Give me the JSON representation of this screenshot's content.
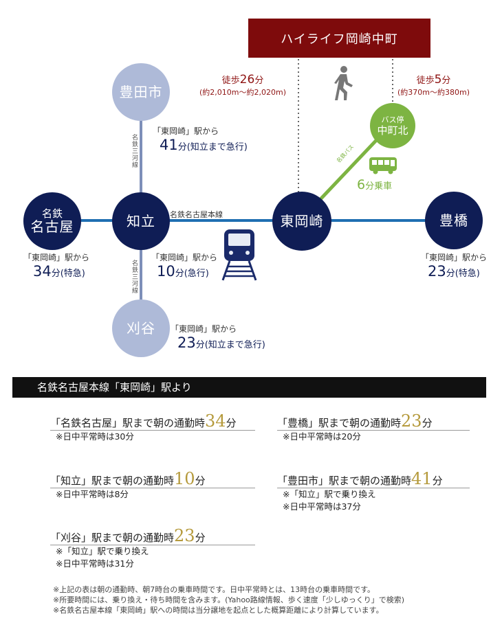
{
  "title": "ハイライフ岡崎中町",
  "walk_left": {
    "pre": "徒歩",
    "num": "26",
    "unit": "分",
    "dist": "(約2,010m～約2,020m)"
  },
  "walk_right": {
    "pre": "徒歩",
    "num": "5",
    "unit": "分",
    "dist": "(約370m～約380m)"
  },
  "bus_stop": {
    "line1": "バス停",
    "line2": "中町北"
  },
  "bus": {
    "line_label": "名鉄バス",
    "num": "6",
    "unit": "分乗車"
  },
  "stations": {
    "toyota": "豊田市",
    "meitetsu_nagoya": {
      "line1": "名鉄",
      "line2": "名古屋"
    },
    "chiryu": "知立",
    "higashi_okazaki": "東岡崎",
    "toyohashi": "豊橋",
    "kariya": "刈谷"
  },
  "lines": {
    "mikawa_upper": "名鉄三河線",
    "mikawa_lower": "名鉄三河線",
    "main": "名鉄名古屋本線"
  },
  "times": {
    "toyota": {
      "from": "「東岡崎」駅から",
      "num": "41",
      "unit": "分(知立まで急行)"
    },
    "nagoya": {
      "from": "「東岡崎」駅から",
      "num": "34",
      "unit": "分(特急)"
    },
    "chiryu": {
      "from": "「東岡崎」駅から",
      "num": "10",
      "unit": "分(急行)"
    },
    "kariya": {
      "from": "「東岡崎」駅から",
      "num": "23",
      "unit": "分(知立まで急行)"
    },
    "toyohashi": {
      "from": "「東岡崎」駅から",
      "num": "23",
      "unit": "分(特急)"
    }
  },
  "banner": "名鉄名古屋本線「東岡崎」駅より",
  "commute": [
    {
      "pre": "「名鉄名古屋」駅まで朝の通勤時",
      "num": "34",
      "unit": "分",
      "sub": [
        "※日中平常時は30分"
      ]
    },
    {
      "pre": "「豊橋」駅まで朝の通勤時",
      "num": "23",
      "unit": "分",
      "sub": [
        "※日中平常時は20分"
      ]
    },
    {
      "pre": "「知立」駅まで朝の通勤時",
      "num": "10",
      "unit": "分",
      "sub": [
        "※日中平常時は8分"
      ]
    },
    {
      "pre": "「豊田市」駅まで朝の通勤時",
      "num": "41",
      "unit": "分",
      "sub": [
        "※「知立」駅で乗り換え",
        "※日中平常時は37分"
      ]
    },
    {
      "pre": "「刈谷」駅まで朝の通勤時",
      "num": "23",
      "unit": "分",
      "sub": [
        "※「知立」駅で乗り換え",
        "※日中平常時は31分"
      ]
    }
  ],
  "notes": [
    "※上記の表は朝の通勤時、朝7時台の乗車時間です。日中平常時とは、13時台の乗車時間です。",
    "※所要時間には、乗り換え・待ち時間を含みます。(Yahoo路線情報、歩く速度「少しゆっくり」で検索)",
    "※名鉄名古屋本線「東岡崎」駅への時間は当分譲地を起点とした概算距離により計算しています。"
  ],
  "colors": {
    "navy": "#0f1d55",
    "light": "#aebad8",
    "line": "#1f6fb2",
    "green": "#7db442",
    "maroon": "#7e0b0c",
    "gold": "#b59a3c"
  },
  "icons": [
    "walking-person-icon",
    "bus-icon",
    "train-icon"
  ]
}
